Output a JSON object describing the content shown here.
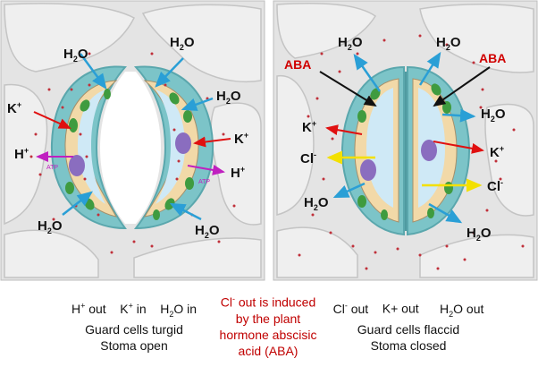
{
  "left_panel": {
    "labels": {
      "h2o": "H2O",
      "k": "K+",
      "h": "H+",
      "atp": "ATP"
    },
    "caption": {
      "h_out": "H+ out",
      "k_in": "K+ in",
      "h2o_in": "H2O in",
      "line2": "Guard cells turgid",
      "line3": "Stoma open"
    }
  },
  "right_panel": {
    "labels": {
      "aba": "ABA",
      "k": "K+",
      "cl": "Cl-",
      "h2o": "H2O"
    },
    "caption": {
      "cl_out": "Cl- out",
      "k_out": "K+ out",
      "h2o_out": "H2O out",
      "line2": "Guard cells flaccid",
      "line3": "Stoma closed"
    }
  },
  "middle_caption": {
    "line1": "Cl- out is induced",
    "line2": "by the plant",
    "line3": "hormone abscisic",
    "line4": "acid (ABA)"
  },
  "colors": {
    "panel_bg": "#e4e4e4",
    "cell_wall": "#7cc4c8",
    "cytoplasm": "#f2d9a8",
    "vacuole": "#cfe9f6",
    "chloroplast": "#3f9b3f",
    "nucleus": "#8a6dbf",
    "red_arrow": "#e01010",
    "blue_arrow": "#2a9fd6",
    "magenta_arrow": "#c020c0",
    "yellow_arrow": "#f3e000",
    "aba_text": "#d00000"
  }
}
